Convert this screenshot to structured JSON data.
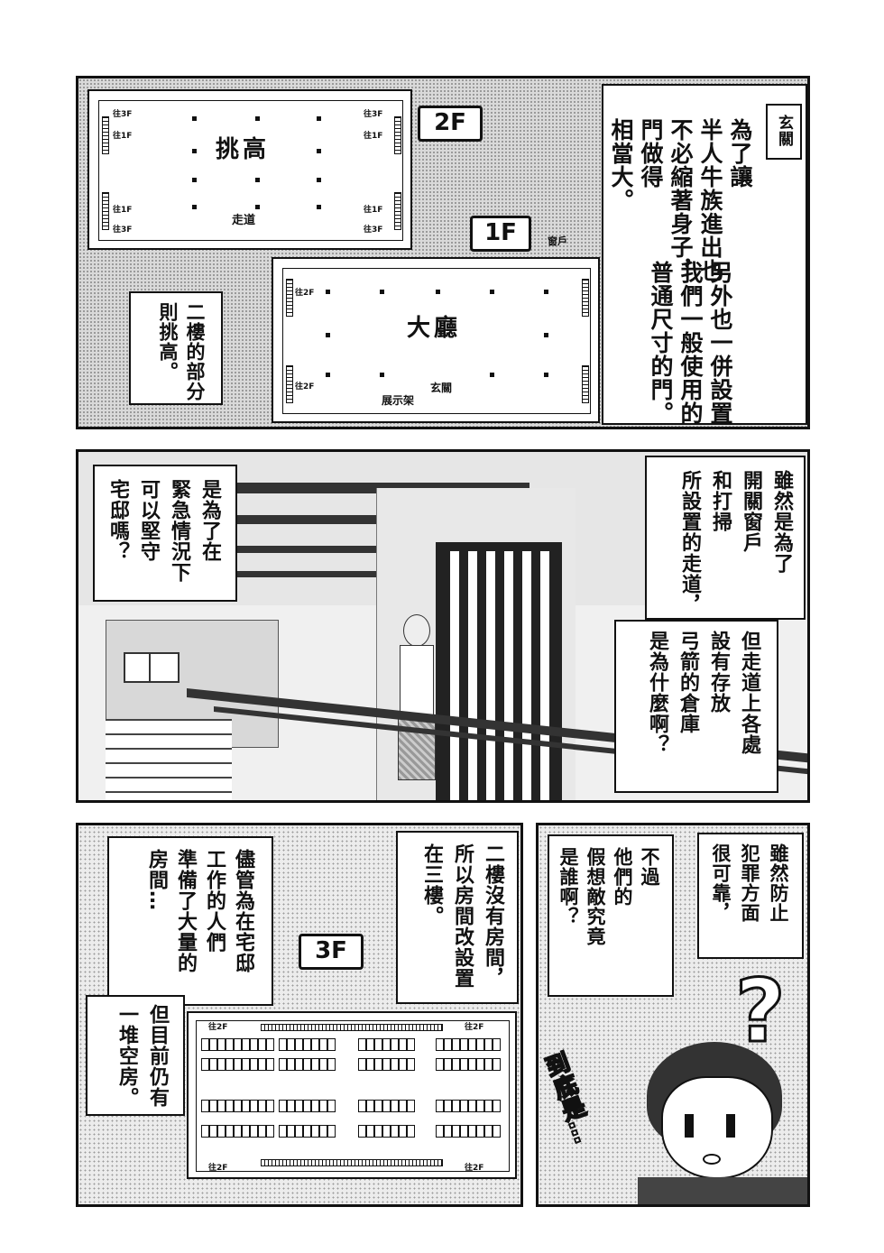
{
  "panel1": {
    "plan2f": {
      "tag": "2F",
      "hall_label": "挑高",
      "corridor_label": "走道",
      "to3f": "往3F",
      "to1f": "往1F"
    },
    "plan1f": {
      "tag": "1F",
      "hall_label": "大廳",
      "display_label": "展示架",
      "entrance_label": "玄關",
      "window_label": "窗戶",
      "to2f": "往2F"
    },
    "caption_entrance_tag": "玄關",
    "caption_right": "為了讓\n半人牛族進出也\n不必縮著身子，\n門做得\n相當大。",
    "caption_right2": "另外也一併設置\n我們一般使用的\n普通尺寸的門。",
    "caption_left": "二樓的部分\n則挑高。"
  },
  "panel2": {
    "caption_left": "是為了在\n緊急情況下\n可以堅守\n宅邸嗎？",
    "caption_right": "雖然是為了\n開關窗戶\n和打掃\n所設置的走道，",
    "caption_right2": "但走道上各處\n設有存放\n弓箭的倉庫\n是為什麼啊？"
  },
  "panel3": {
    "caption_a": "儘管為在宅邸\n工作的人們\n準備了大量的\n房間…",
    "caption_b": "但目前仍有\n一堆空房。",
    "caption_c": "二樓沒有房間，\n所以房間改設置\n在三樓。",
    "plan3f": {
      "tag": "3F",
      "to2f": "往2F"
    }
  },
  "panel4": {
    "caption_a": "雖然防止\n犯罪方面\n很可靠，",
    "caption_b": "不過\n他們的\n假想敵究竟\n是誰啊？",
    "sfx_question": "?",
    "sfx_text": "到底是…"
  }
}
